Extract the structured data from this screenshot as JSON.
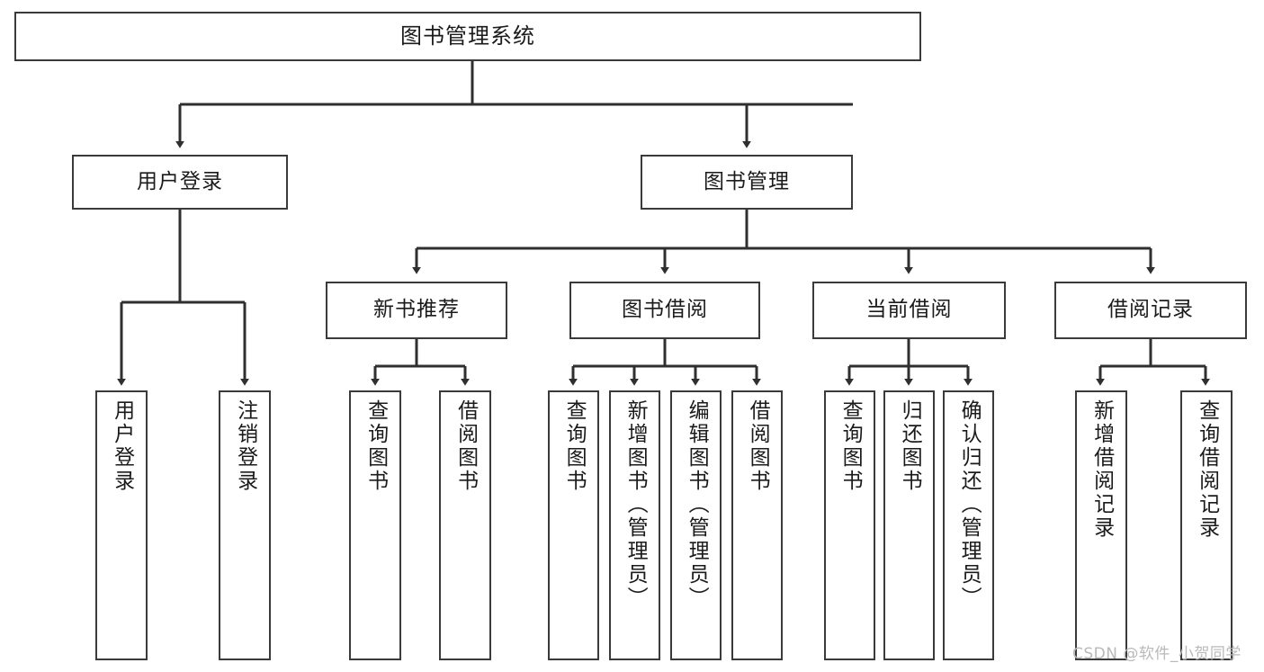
{
  "diagram": {
    "title": "图书管理系统",
    "watermark": "CSDN @软件_小贺同学",
    "colors": {
      "box_border": "#3a3a3a",
      "box_fill": "#ffffff",
      "edge": "#2f2f2f",
      "text": "#1b1b1b",
      "watermark": "#b9b9b9",
      "background": "#ffffff"
    },
    "nodes": {
      "root": {
        "label": "图书管理系统"
      },
      "level2": [
        {
          "label": "用户登录"
        },
        {
          "label": "图书管理"
        }
      ],
      "level3": [
        {
          "label": "新书推荐"
        },
        {
          "label": "图书借阅"
        },
        {
          "label": "当前借阅"
        },
        {
          "label": "借阅记录"
        }
      ],
      "leaves": {
        "user_login": [
          {
            "label": "用户登录"
          },
          {
            "label": "注销登录"
          }
        ],
        "new_book_recommend": [
          {
            "label": "查询图书"
          },
          {
            "label": "借阅图书"
          }
        ],
        "book_borrow": [
          {
            "label": "查询图书"
          },
          {
            "label": "新增图书（管理员）"
          },
          {
            "label": "编辑图书（管理员）"
          },
          {
            "label": "借阅图书"
          }
        ],
        "current_borrow": [
          {
            "label": "查询图书"
          },
          {
            "label": "归还图书"
          },
          {
            "label": "确认归还（管理员）"
          }
        ],
        "borrow_record": [
          {
            "label": "新增借阅记录"
          },
          {
            "label": "查询借阅记录"
          }
        ]
      }
    }
  }
}
